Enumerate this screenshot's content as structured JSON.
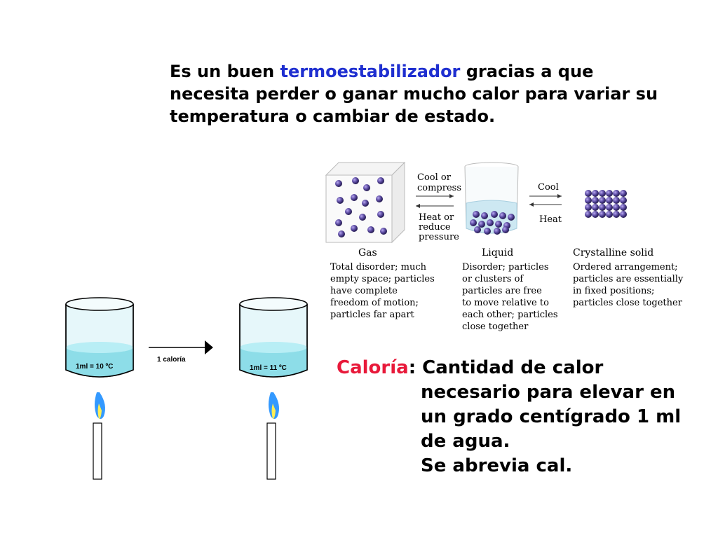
{
  "heading": {
    "prefix": "Es un buen ",
    "highlight": "termoestabilizador",
    "suffix": " gracias a que necesita perder o ganar mucho calor para variar su temperatura o cambiar de estado.",
    "highlight_color": "#1f2fd0"
  },
  "phase_diagram": {
    "arrow_left_top": [
      "Cool or",
      "compress"
    ],
    "arrow_left_bottom": [
      "Heat or",
      "reduce",
      "pressure"
    ],
    "arrow_right_top": "Cool",
    "arrow_right_bottom": "Heat",
    "states": [
      {
        "name": "Gas",
        "description": [
          "Total disorder; much",
          "empty space; particles",
          "have complete",
          "freedom of motion;",
          "particles far apart"
        ]
      },
      {
        "name": "Liquid",
        "description": [
          "Disorder; particles",
          "or clusters of",
          "particles are free",
          "to move relative to",
          "each other; particles",
          "close together"
        ]
      },
      {
        "name": "Crystalline solid",
        "description": [
          "Ordered arrangement;",
          "particles are essentially",
          "in fixed positions;",
          "particles close together"
        ]
      }
    ],
    "particle_color": "#5a4aa0"
  },
  "beaker_experiment": {
    "left_label": "1ml = 10  ºC",
    "right_label": "1ml = 11 ºC",
    "arrow_label": "1 caloría",
    "water_color": "#8ddde8",
    "flame_color": "#3399ff"
  },
  "definition": {
    "term": "Caloría",
    "separator": ": ",
    "line1": "Cantidad de calor",
    "line2": "necesario para elevar en",
    "line3": "un grado centígrado 1 ml",
    "line4": "de agua.",
    "line5": "Se abrevia cal.",
    "term_color": "#e8193a"
  }
}
